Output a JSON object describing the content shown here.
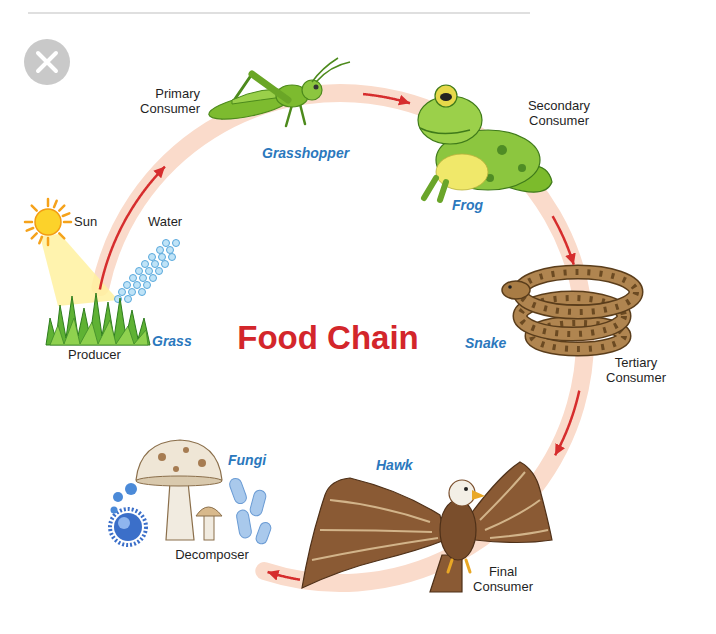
{
  "diagram": {
    "title": "Food Chain",
    "nodes": [
      {
        "text": [
          "Grass",
          "Producer"
        ]
      },
      {
        "text": [
          "Primary Consumer",
          "Grasshopper"
        ]
      },
      {
        "text": [
          "Secondary Consumer",
          "Frog"
        ]
      },
      {
        "text": [
          "Snake",
          "Tertiary Consumer"
        ]
      },
      {
        "text": [
          "Hawk",
          "Final Consumer"
        ]
      },
      {
        "text": [
          "Fungi",
          "Decomposer"
        ]
      }
    ],
    "edges": [
      {
        "from": 0,
        "to": 1,
        "arrow": "to"
      },
      {
        "from": 1,
        "to": 2,
        "arrow": "to"
      },
      {
        "from": 2,
        "to": 3,
        "arrow": "to"
      },
      {
        "from": 3,
        "to": 4,
        "arrow": "to"
      },
      {
        "from": 4,
        "to": 5,
        "arrow": "to"
      }
    ],
    "labels": [
      "Sun",
      "Water"
    ]
  }
}
